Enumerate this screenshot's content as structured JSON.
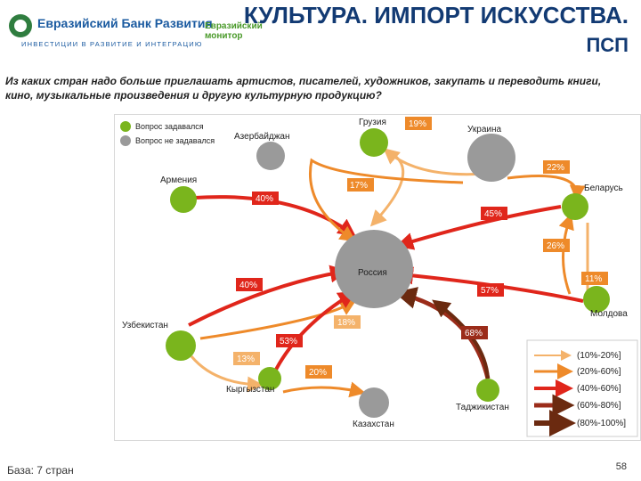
{
  "header": {
    "bank_name": "Евразийский Банк Развития",
    "bank_tagline": "ИНВЕСТИЦИИ В РАЗВИТИЕ И ИНТЕГРАЦИЮ",
    "monitor_line1": "Евразийский",
    "monitor_line2": "монитор",
    "title_line1": "КУЛЬТУРА. ИМПОРТ ИСКУССТВА.",
    "title_line2": "ПСП"
  },
  "question": "Из каких стран надо больше приглашать артистов, писателей, художников, закупать и переводить книги, кино, музыкальные произведения и другую культурную продукцию?",
  "legend_status": [
    {
      "label": "Вопрос задавался",
      "color": "#7ab51d"
    },
    {
      "label": "Вопрос не задавался",
      "color": "#9a9a9a"
    }
  ],
  "legend_ranges": [
    {
      "label": "(10%-20%]",
      "color": "#f4b26a"
    },
    {
      "label": "(20%-60%]",
      "color": "#ee8a2a"
    },
    {
      "label": "(40%-60%]",
      "color": "#e0261b"
    },
    {
      "label": "(60%-80%]",
      "color": "#9b2c1a"
    },
    {
      "label": "(80%-100%]",
      "color": "#6b2a10"
    }
  ],
  "countries": {
    "russia": "Россия",
    "georgia": "Грузия",
    "azerbaijan": "Азербайджан",
    "ukraine": "Украина",
    "armenia": "Армения",
    "belarus": "Беларусь",
    "moldova": "Молдова",
    "uzbekistan": "Узбекистан",
    "kyrgyzstan": "Кыргызстан",
    "tajikistan": "Таджикистан",
    "kazakhstan": "Казахстан"
  },
  "flows": {
    "georgia_russia": "19%",
    "ukraine_georgia": "17%",
    "ukraine_belarus": "22%",
    "armenia_russia": "40%",
    "belarus_russia": "45%",
    "moldova_belarus": "26%",
    "moldova_russia": "11%",
    "uzbekistan_russia": "40%",
    "kyrgyzstan_russia": "57%",
    "tajikistan_russia": "68%",
    "uzbekistan_russia_2": "18%",
    "kyrgyzstan_uzbekistan": "53%",
    "uzbekistan_kyrgyzstan": "13%",
    "kyrgyzstan_kazakhstan": "20%"
  },
  "footer": {
    "base": "База: 7 стран",
    "page": "58"
  }
}
